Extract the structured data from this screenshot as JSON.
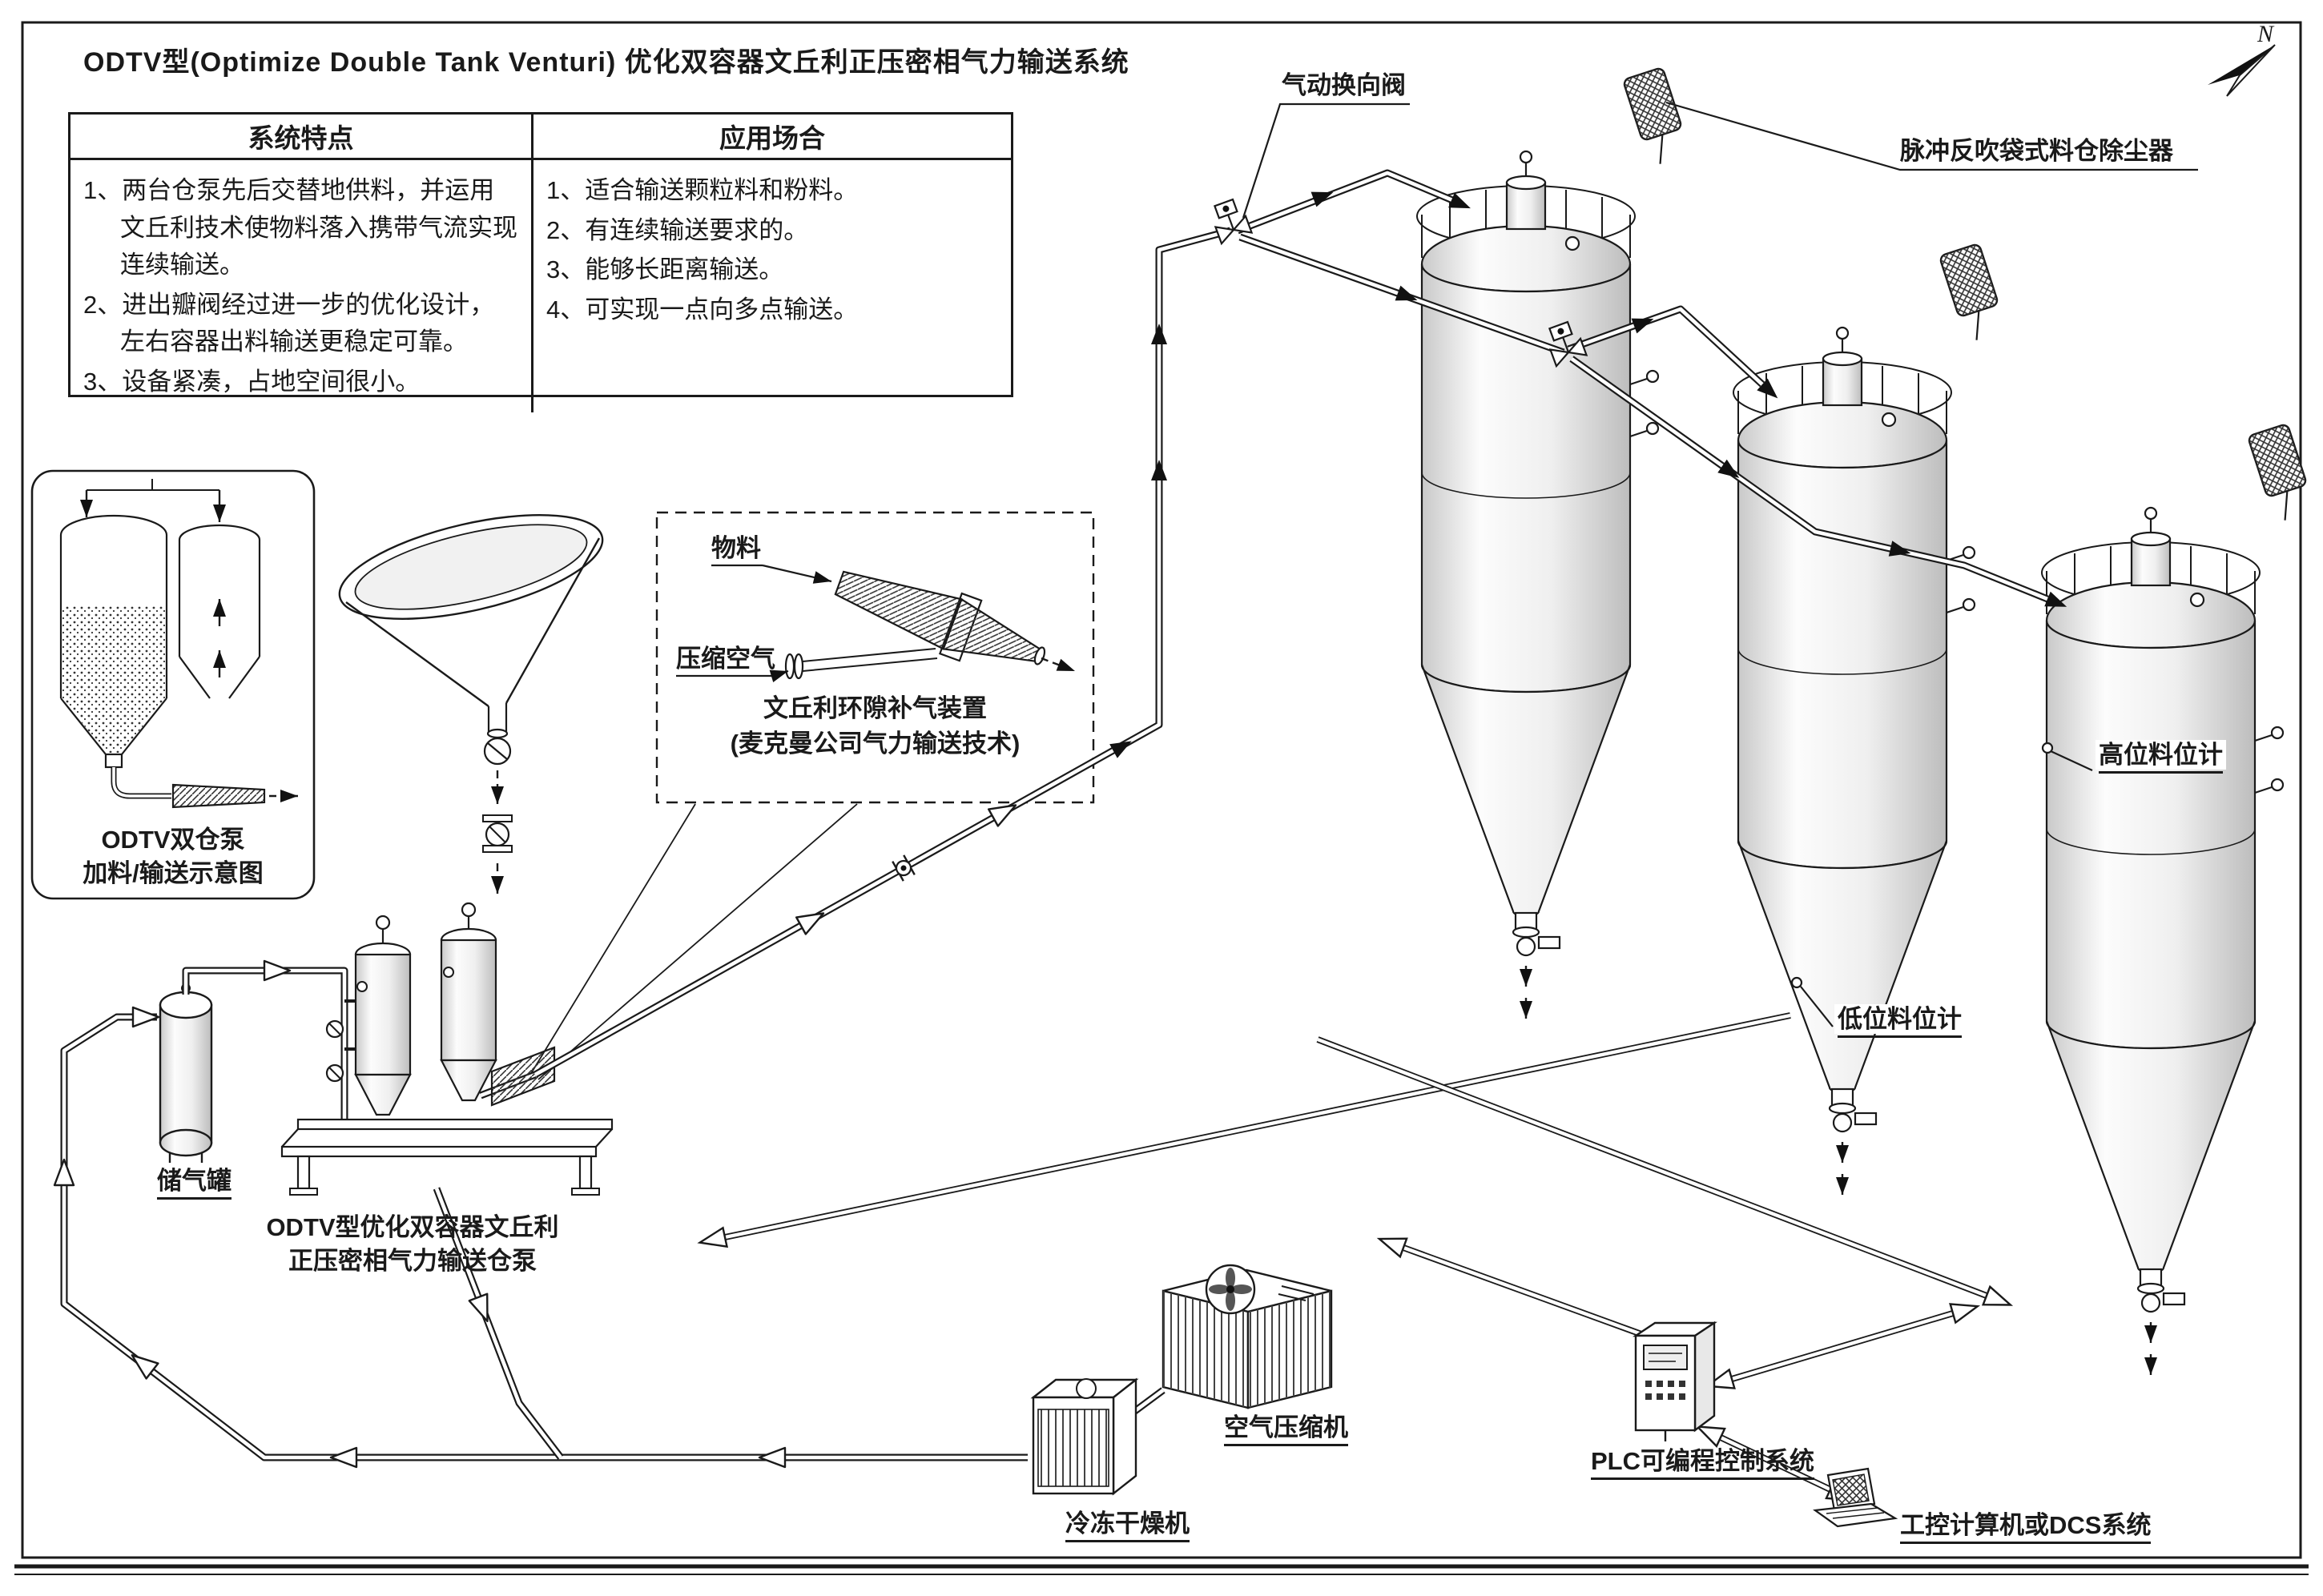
{
  "title": "ODTV型(Optimize Double Tank Venturi) 优化双容器文丘利正压密相气力输送系统",
  "table": {
    "header_left": "系统特点",
    "header_right": "应用场合",
    "features": [
      "1、两台仓泵先后交替地供料，并运用文丘利技术使物料落入携带气流实现连续输送。",
      "2、进出瓣阀经过进一步的优化设计，左右容器出料输送更稳定可靠。",
      "3、设备紧凑，占地空间很小。"
    ],
    "applications": [
      "1、适合输送颗粒料和粉料。",
      "2、有连续输送要求的。",
      "3、能够长距离输送。",
      "4、可实现一点向多点输送。"
    ]
  },
  "callouts": {
    "diverter_valve": "气动换向阀",
    "dust_collector": "脉冲反吹袋式料仓除尘器",
    "material": "物料",
    "compressed_air": "压缩空气",
    "venturi_line1": "文丘利环隙补气装置",
    "venturi_line2": "(麦克曼公司气力输送技术)",
    "inset_line1": "ODTV双仓泵",
    "inset_line2": "加料/输送示意图",
    "air_tank": "储气罐",
    "pump_line1": "ODTV型优化双容器文丘利",
    "pump_line2": "正压密相气力输送仓泵",
    "high_level_gauge": "高位料位计",
    "low_level_gauge": "低位料位计",
    "air_compressor": "空气压缩机",
    "plc_system": "PLC可编程控制系统",
    "freeze_dryer": "冷冻干燥机",
    "computer_dcs": "工控计算机或DCS系统",
    "compass_n": "N"
  },
  "colors": {
    "ink": "#1a1a1a",
    "paper": "#ffffff"
  }
}
